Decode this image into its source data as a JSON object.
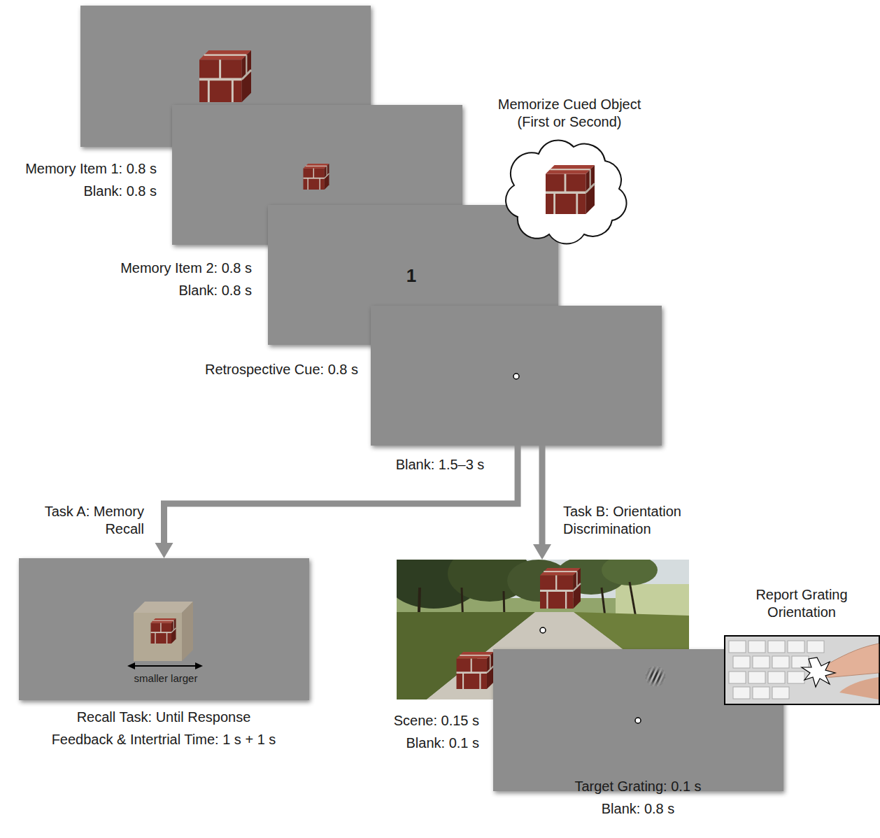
{
  "diagram": {
    "nodes": [
      {
        "text": [
          "Memory Item 1: 0.8 s",
          "Blank: 0.8 s"
        ]
      },
      {
        "text": [
          "Memory Item 2: 0.8 s",
          "Blank: 0.8 s"
        ]
      },
      {
        "text": [
          "1",
          "Retrospective Cue: 0.8 s"
        ]
      },
      {
        "text": [
          "Blank: 1.5–3 s"
        ]
      },
      {
        "text": [
          "smaller larger",
          "Recall Task: Until Response",
          "Feedback & Intertrial Time: 1 s + 1 s"
        ]
      },
      {
        "text": [
          "Scene: 0.15 s",
          "Blank: 0.1 s"
        ]
      },
      {
        "text": [
          "Target Grating: 0.1 s",
          "Blank: 0.8 s"
        ]
      }
    ],
    "edges": [
      {
        "from": 3,
        "to": 4,
        "arrow": "to",
        "label": "Task A: Memory Recall"
      },
      {
        "from": 3,
        "to": 5,
        "arrow": "to",
        "label": "Task B: Orientation Discrimination"
      }
    ],
    "labels": [
      "Memorize Cued Object (First or Second)",
      "Report Grating Orientation"
    ]
  }
}
